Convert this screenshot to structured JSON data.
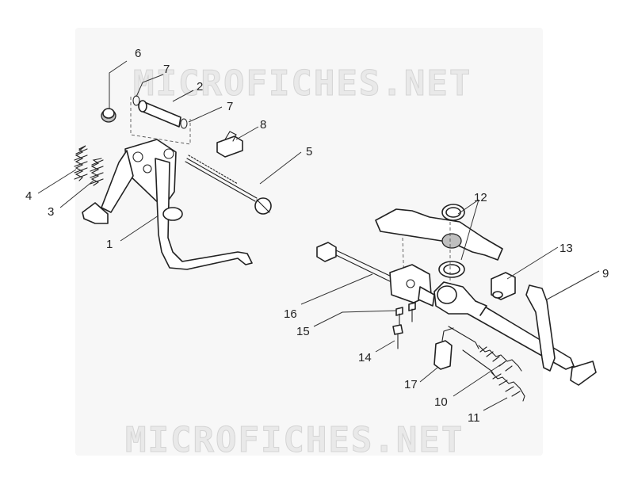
{
  "watermark": {
    "top": "MICROFICHES.NET",
    "bottom": "MICROFICHES.NET"
  },
  "callouts": {
    "c1": "1",
    "c2": "2",
    "c3": "3",
    "c4": "4",
    "c5": "5",
    "c6": "6",
    "c7a": "7",
    "c7b": "7",
    "c8": "8",
    "c9": "9",
    "c10": "10",
    "c11": "11",
    "c12": "12",
    "c13": "13",
    "c14": "14",
    "c15": "15",
    "c16": "16",
    "c17": "17"
  }
}
